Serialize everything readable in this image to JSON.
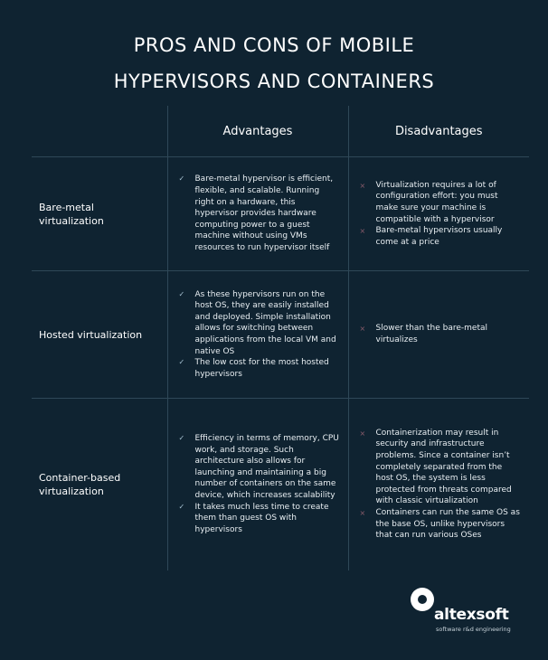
{
  "title": {
    "line1": "PROS AND CONS OF MOBILE",
    "line2": "HYPERVISORS AND CONTAINERS"
  },
  "table": {
    "headers": [
      "",
      "Advantages",
      "Disadvantages"
    ],
    "rows": [
      {
        "label": "Bare-metal virtualization",
        "advantages": [
          "Bare-metal hypervisor is efficient, flexible, and scalable. Running right on a hardware, this hypervisor provides hardware computing power to a guest machine without using VMs resources to run hypervisor itself"
        ],
        "disadvantages": [
          "Virtualization requires a lot of configuration effort: you must make sure your machine is compatible with a hypervisor",
          "Bare-metal hypervisors usually come at a price"
        ]
      },
      {
        "label": "Hosted virtualization",
        "advantages": [
          "As these hypervisors run on the host OS, they are easily installed and deployed. Simple installation allows for switching between applications from the local VM and native OS",
          "The low cost for the most hosted hypervisors"
        ],
        "disadvantages": [
          "Slower than the bare-metal virtualizes"
        ]
      },
      {
        "label": "Container-based virtualization",
        "advantages": [
          "Efficiency in terms of memory, CPU work, and storage. Such architecture also allows for launching and maintaining a big number of containers on the same device, which increases scalability",
          "It takes much less time to create them than guest OS with hypervisors"
        ],
        "disadvantages": [
          "Containerization may result in security and infrastructure problems. Since a container isn’t completely separated from the host OS, the system is less protected from threats compared with classic virtualization",
          "Containers can run the same OS as the base OS, unlike hypervisors that can run various OSes"
        ]
      }
    ]
  },
  "marks": {
    "pro": "✓",
    "con": "×"
  },
  "logo": {
    "name": "altexsoft",
    "tagline": "software r&d engineering"
  },
  "colors": {
    "background": "#0f2331",
    "grid": "#2f4858",
    "text": "#ffffff"
  }
}
